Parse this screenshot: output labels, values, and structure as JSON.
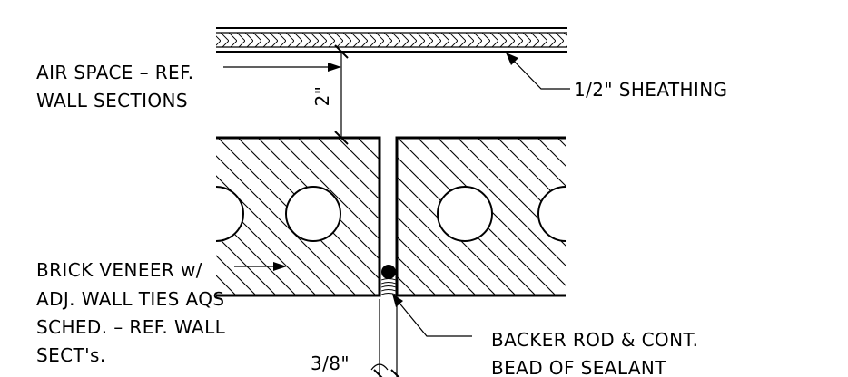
{
  "drawing": {
    "labels": {
      "air_space_line1": "AIR SPACE – REF.",
      "air_space_line2": "WALL SECTIONS",
      "sheathing": "1/2\" SHEATHING",
      "air_space_dim": "2\"",
      "brick_line1": "BRICK VENEER w/",
      "brick_line2": "ADJ. WALL TIES AQS",
      "brick_line3": "SCHED. – REF. WALL",
      "brick_line4": "SECT's.",
      "joint_dim": "3/8\"",
      "backer_line1": "BACKER ROD & CONT.",
      "backer_line2": "BEAD OF SEALANT"
    },
    "line_color": "#000000",
    "background": "#ffffff"
  }
}
